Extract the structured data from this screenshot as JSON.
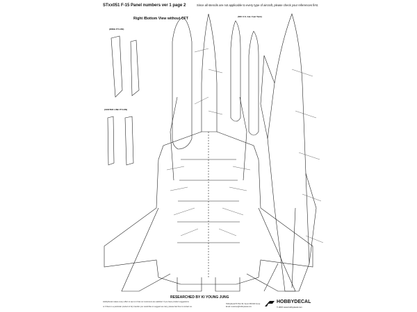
{
  "header": {
    "title": "STxx051 F-15 Panel numbers ver 1 page 2",
    "note": "Since all stencils are not applicable to every type of aircraft, please check your references first.",
    "subtitle": "Right /Bottom View without CFT"
  },
  "labels": {
    "wing_pylon": "(WING PYLON)",
    "center_line_pylon": "(CENTER LINE PYLON)",
    "fuel_tank": "(600 U.S. Gal. Fuel Tank)"
  },
  "footer": {
    "credit": "RESEARCHED BY KI YOUNG JUNG",
    "disclaimer_1": "HobbyDecal makes every effort to see to it that our customers are satisfied. If you have product suggestions",
    "disclaimer_2": "or if there is a particular product of dry transfer you would like to suggest we carry, please feel free to contact us.",
    "contact_1": "HobbyDecal PO Box 96, Seoul 158-600 Korea",
    "contact_2": "Email: customer@hobbydecal.com",
    "brand": "HOBBYDECAL",
    "copyright": "© 2015 www.hobbydecal.com"
  }
}
